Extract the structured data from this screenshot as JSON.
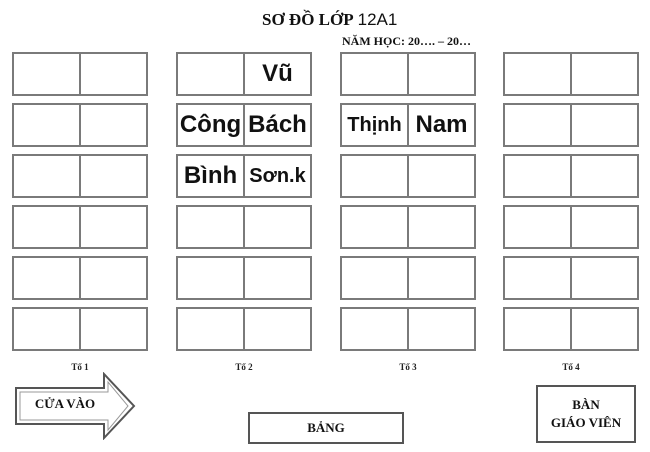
{
  "header": {
    "title": "SƠ ĐỒ LỚP",
    "class_name": "12A1",
    "school_year": "NĂM HỌC: 20…. – 20…"
  },
  "groups": [
    {
      "label": "Tổ 1",
      "desks": [
        [
          "",
          ""
        ],
        [
          "",
          ""
        ],
        [
          "",
          ""
        ],
        [
          "",
          ""
        ],
        [
          "",
          ""
        ],
        [
          "",
          ""
        ]
      ]
    },
    {
      "label": "Tổ 2",
      "desks": [
        [
          "",
          "Vũ"
        ],
        [
          "Công",
          "Bách"
        ],
        [
          "Bình",
          "Sơn.k"
        ],
        [
          "",
          ""
        ],
        [
          "",
          ""
        ],
        [
          "",
          ""
        ]
      ]
    },
    {
      "label": "Tổ 3",
      "desks": [
        [
          "",
          ""
        ],
        [
          "Thịnh",
          "Nam"
        ],
        [
          "",
          ""
        ],
        [
          "",
          ""
        ],
        [
          "",
          ""
        ],
        [
          "",
          ""
        ]
      ]
    },
    {
      "label": "Tổ 4",
      "desks": [
        [
          "",
          ""
        ],
        [
          "",
          ""
        ],
        [
          "",
          ""
        ],
        [
          "",
          ""
        ],
        [
          "",
          ""
        ],
        [
          "",
          ""
        ]
      ]
    }
  ],
  "door": {
    "label": "CỬA VÀO",
    "icon": "arrow-right-icon"
  },
  "board": {
    "label": "BẢNG"
  },
  "teacher_desk": {
    "line1": "BÀN",
    "line2": "GIÁO VIÊN"
  }
}
